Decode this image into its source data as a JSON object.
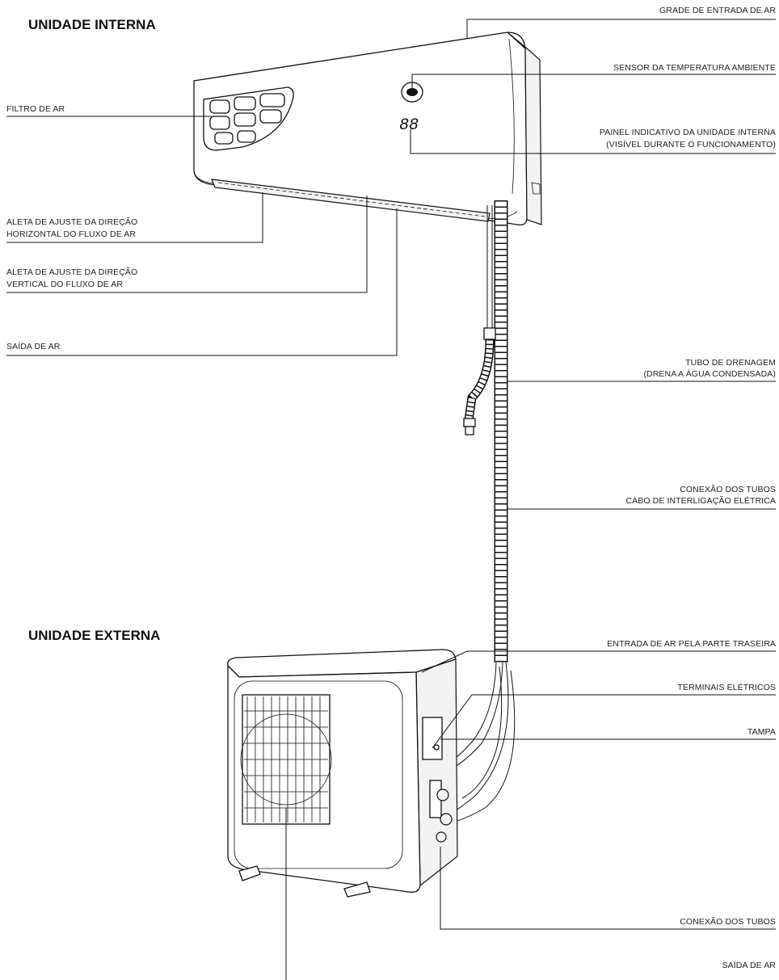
{
  "headings": {
    "indoor": "UNIDADE INTERNA",
    "outdoor": "UNIDADE EXTERNA"
  },
  "indoor_labels": {
    "grade_entrada": "GRADE DE ENTRADA DE AR",
    "sensor": "SENSOR  DA  TEMPERATURA  AMBIENTE",
    "filtro": "FILTRO DE AR",
    "painel_1": "PAINEL  INDICATIVO  DA  UNIDADE  INTERNA",
    "painel_2": "(VISÍVEL  DURANTE  O  FUNCIONAMENTO)",
    "aleta_h_1": "ALETA DE AJUSTE DA DIREÇÃO",
    "aleta_h_2": "HORIZONTAL DO FLUXO DE AR",
    "aleta_v_1": "ALETA DE AJUSTE DA DIREÇÃO",
    "aleta_v_2": "VERTICAL DO FLUXO DE AR",
    "saida": "SAÍDA DE AR",
    "display": "88"
  },
  "pipe_labels": {
    "drenagem_1": "TUBO DE DRENAGEM",
    "drenagem_2": "(DRENA A ÁGUA CONDENSADA)",
    "conexao_1": "CONEXÃO DOS TUBOS",
    "conexao_2": "CABO DE INTERLIGAÇÃO ELÉTRICA"
  },
  "outdoor_labels": {
    "entrada_traseira": "ENTRADA DE AR PELA PARTE TRASEIRA",
    "terminais": "TERMINAIS ELÉTRICOS",
    "tampa": "TAMPA",
    "conexao": "CONEXÃO DOS TUBOS",
    "saida": "SAÍDA DE AR"
  }
}
